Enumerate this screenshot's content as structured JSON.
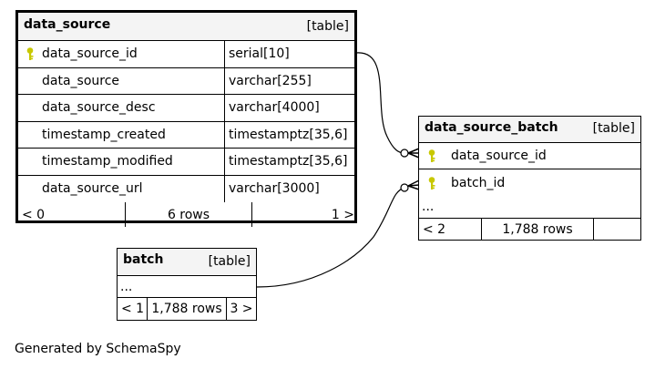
{
  "tables": {
    "data_source": {
      "name": "data_source",
      "kind": "[table]",
      "columns": [
        {
          "name": "data_source_id",
          "type": "serial[10]",
          "pk": true
        },
        {
          "name": "data_source",
          "type": "varchar[255]"
        },
        {
          "name": "data_source_desc",
          "type": "varchar[4000]"
        },
        {
          "name": "timestamp_created",
          "type": "timestamptz[35,6]"
        },
        {
          "name": "timestamp_modified",
          "type": "timestamptz[35,6]"
        },
        {
          "name": "data_source_url",
          "type": "varchar[3000]"
        }
      ],
      "footer": {
        "parents": "< 0",
        "rows": "6 rows",
        "children": "1 >"
      }
    },
    "data_source_batch": {
      "name": "data_source_batch",
      "kind": "[table]",
      "columns": [
        {
          "name": "data_source_id",
          "pk": true
        },
        {
          "name": "batch_id",
          "pk": true
        }
      ],
      "ellipsis": "...",
      "footer": {
        "parents": "< 2",
        "rows": "1,788 rows",
        "children": ""
      }
    },
    "batch": {
      "name": "batch",
      "kind": "[table]",
      "ellipsis": "...",
      "footer": {
        "parents": "< 1",
        "rows": "1,788 rows",
        "children": "3 >"
      }
    }
  },
  "caption": "Generated by SchemaSpy",
  "colors": {
    "key_icon": "#c8c800",
    "header_bg": "#f4f4f4",
    "border": "#000000"
  }
}
